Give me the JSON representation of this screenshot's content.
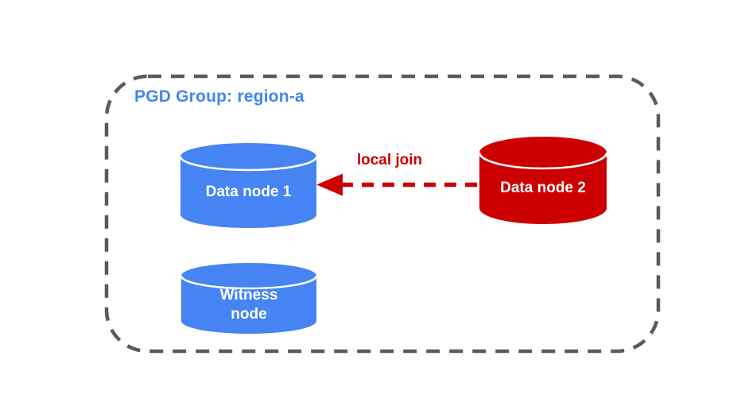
{
  "diagram": {
    "background": "#FFFFFF",
    "group": {
      "title": "PGD Group: region-a",
      "title_color": "#4285F4",
      "border_color": "#5B5B5B",
      "border_style": "dashed"
    },
    "nodes": [
      {
        "id": "data-node-1",
        "label": "Data node 1",
        "shape": "cylinder",
        "color": "#4584F2",
        "text_color": "#FFFFFF"
      },
      {
        "id": "witness-node",
        "label": "Witness node",
        "shape": "cylinder",
        "color": "#4584F2",
        "text_color": "#FFFFFF"
      },
      {
        "id": "data-node-2",
        "label": "Data node 2",
        "shape": "cylinder",
        "color": "#CC0000",
        "text_color": "#FFFFFF"
      }
    ],
    "edge": {
      "label": "local join",
      "from": "data-node-2",
      "to": "data-node-1",
      "style": "dashed",
      "color": "#CC0000"
    }
  }
}
